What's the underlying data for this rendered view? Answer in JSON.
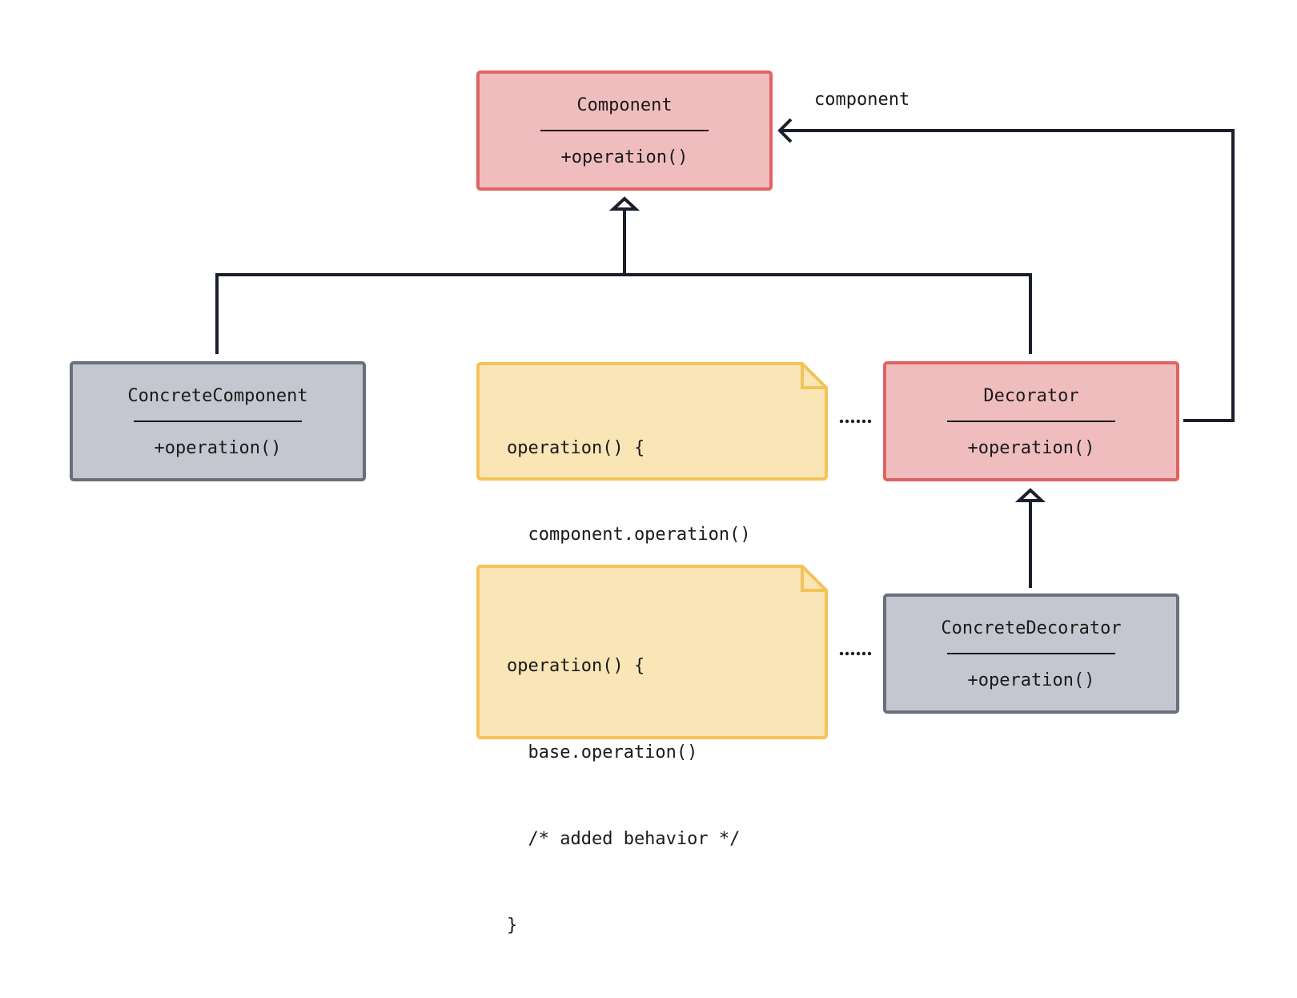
{
  "diagram": {
    "classes": {
      "component": {
        "name": "Component",
        "operation": "+operation()"
      },
      "concrete_component": {
        "name": "ConcreteComponent",
        "operation": "+operation()"
      },
      "decorator": {
        "name": "Decorator",
        "operation": "+operation()"
      },
      "concrete_decorator": {
        "name": "ConcreteDecorator",
        "operation": "+operation()"
      }
    },
    "notes": {
      "decorator_note": [
        "operation() {",
        "  component.operation()",
        "}"
      ],
      "concrete_decorator_note": [
        "operation() {",
        "  base.operation()",
        "  /* added behavior */",
        "}"
      ]
    },
    "association_label": "component",
    "colors": {
      "abstract_fill": "#f0bdbe",
      "abstract_border": "#e06363",
      "concrete_fill": "#c4c7cf",
      "concrete_border": "#68707d",
      "note_fill": "#f9e5b6",
      "note_border": "#f3c35a",
      "line": "#1a1f2b"
    }
  }
}
